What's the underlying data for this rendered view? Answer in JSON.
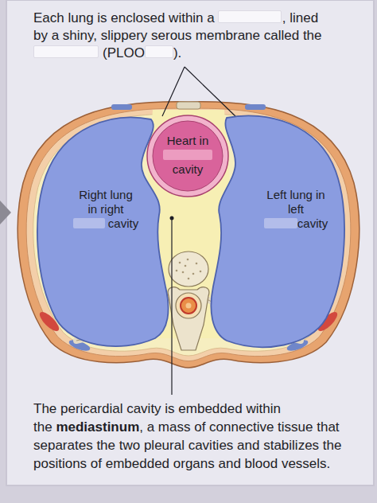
{
  "diagram": {
    "nodes": [
      {
        "text": [
          "Heart in",
          "cavity"
        ]
      },
      {
        "text": [
          "Right lung in right",
          "cavity"
        ]
      },
      {
        "text": [
          "Left lung in left",
          "cavity"
        ]
      }
    ],
    "labels": [
      "Each lung is enclosed within a",
      ", lined by a shiny, slippery serous membrane called the",
      "(PLOO",
      ").",
      "The pericardial cavity is embedded within the",
      "mediastinum",
      ", a mass of connective tissue that separates the two pleural cavities and stabilizes the positions of embedded organs and blood vessels."
    ]
  }
}
